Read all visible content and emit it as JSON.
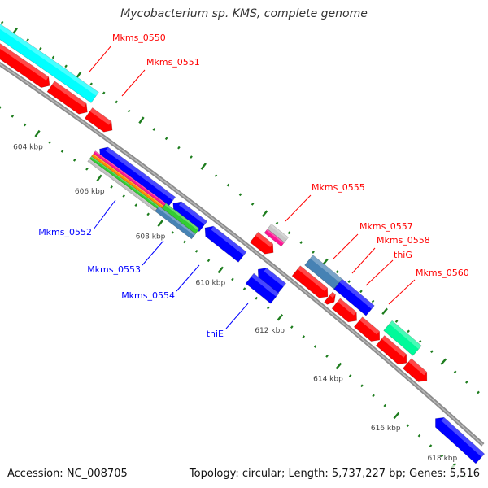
{
  "title": "Mycobacterium sp. KMS, complete genome",
  "footer": {
    "accession": "Accession: NC_008705",
    "summary": "Topology: circular; Length: 5,737,227 bp; Genes: 5,516"
  },
  "colors": {
    "forward": "#ff0000",
    "reverse": "#0000ff",
    "backbone": "#8c8c8c",
    "ticks": "#1e7d1e",
    "forward_label": "#ff0000",
    "reverse_label": "#0000ff"
  },
  "ruler": {
    "major_interval_kbp": 2,
    "minor_interval_kbp": 0.4,
    "labels": [
      "604 kbp",
      "606 kbp",
      "608 kbp",
      "610 kbp",
      "612 kbp",
      "614 kbp",
      "616 kbp",
      "618 kbp"
    ]
  },
  "features": [
    {
      "start": 598,
      "end": 604.68,
      "strand": "+",
      "track": "outer",
      "color": "#00ffff"
    },
    {
      "start": 598,
      "end": 603.54,
      "strand": "+",
      "track": "forward",
      "color": "#ff0000"
    },
    {
      "start": 603.58,
      "end": 604.74,
      "strand": "+",
      "track": "forward",
      "color": "#ff0000"
    },
    {
      "start": 604.78,
      "end": 605.54,
      "strand": "+",
      "track": "forward",
      "color": "#ff0000"
    },
    {
      "start": 605.56,
      "end": 607.9,
      "strand": "-",
      "track": "reverse",
      "color": "#0000ff"
    },
    {
      "start": 607.95,
      "end": 608.94,
      "strand": "-",
      "track": "reverse",
      "color": "#0000ff"
    },
    {
      "start": 609.0,
      "end": 610.24,
      "strand": "-",
      "track": "reverse",
      "color": "#0000ff"
    },
    {
      "start": 605.5,
      "end": 607.8,
      "strand": "-",
      "track": "inner-a",
      "color": "#ff1493"
    },
    {
      "start": 605.5,
      "end": 607.8,
      "strand": "-",
      "track": "inner-b",
      "color": "#ff8c00"
    },
    {
      "start": 605.5,
      "end": 608.9,
      "strand": "-",
      "track": "inner-c",
      "color": "#32cd32"
    },
    {
      "start": 607.8,
      "end": 608.9,
      "strand": "-",
      "track": "inner-top",
      "color": "#32cd32"
    },
    {
      "start": 605.5,
      "end": 607.7,
      "strand": "-",
      "track": "inner-d",
      "color": "#c0c0c0"
    },
    {
      "start": 607.7,
      "end": 608.9,
      "strand": "-",
      "track": "inner-bottom",
      "color": "#4682b4"
    },
    {
      "start": 610.3,
      "end": 610.86,
      "strand": "+",
      "track": "outer-top",
      "color": "#c8c8c8"
    },
    {
      "start": 610.3,
      "end": 610.86,
      "strand": "+",
      "track": "outer-bottom",
      "color": "#ff1493"
    },
    {
      "start": 610.16,
      "end": 610.8,
      "strand": "+",
      "track": "forward",
      "color": "#ff0000"
    },
    {
      "start": 610.76,
      "end": 611.56,
      "strand": "-",
      "track": "reverse",
      "color": "#0000ff"
    },
    {
      "start": 610.74,
      "end": 611.58,
      "strand": "-",
      "track": "inner",
      "color": "#0000ff"
    },
    {
      "start": 611.64,
      "end": 612.62,
      "strand": "+",
      "track": "outer",
      "color": "#4682b4"
    },
    {
      "start": 612.62,
      "end": 613.7,
      "strand": "+",
      "track": "outer",
      "color": "#0000ff"
    },
    {
      "start": 611.56,
      "end": 612.62,
      "strand": "+",
      "track": "forward",
      "color": "#ff0000"
    },
    {
      "start": 612.64,
      "end": 612.84,
      "strand": "+",
      "track": "forward",
      "color": "#ff0000"
    },
    {
      "start": 612.9,
      "end": 613.6,
      "strand": "+",
      "track": "forward",
      "color": "#ff0000"
    },
    {
      "start": 613.65,
      "end": 614.38,
      "strand": "+",
      "track": "forward",
      "color": "#ff0000"
    },
    {
      "start": 614.4,
      "end": 615.3,
      "strand": "+",
      "track": "forward",
      "color": "#ff0000"
    },
    {
      "start": 615.32,
      "end": 616.0,
      "strand": "+",
      "track": "forward",
      "color": "#ff0000"
    },
    {
      "start": 614.3,
      "end": 615.3,
      "strand": "+",
      "track": "outer",
      "color": "#00fa9a"
    },
    {
      "start": 616.82,
      "end": 625,
      "strand": "-",
      "track": "reverse",
      "color": "#0000ff"
    }
  ],
  "labels": [
    {
      "text": "Mkms_0550",
      "strand": "+"
    },
    {
      "text": "Mkms_0551",
      "strand": "+"
    },
    {
      "text": "Mkms_0555",
      "strand": "+"
    },
    {
      "text": "Mkms_0557",
      "strand": "+"
    },
    {
      "text": "Mkms_0558",
      "strand": "+"
    },
    {
      "text": "thiG",
      "strand": "+"
    },
    {
      "text": "Mkms_0560",
      "strand": "+"
    },
    {
      "text": "Mkms_0552",
      "strand": "-"
    },
    {
      "text": "Mkms_0553",
      "strand": "-"
    },
    {
      "text": "Mkms_0554",
      "strand": "-"
    },
    {
      "text": "thiE",
      "strand": "-"
    }
  ]
}
